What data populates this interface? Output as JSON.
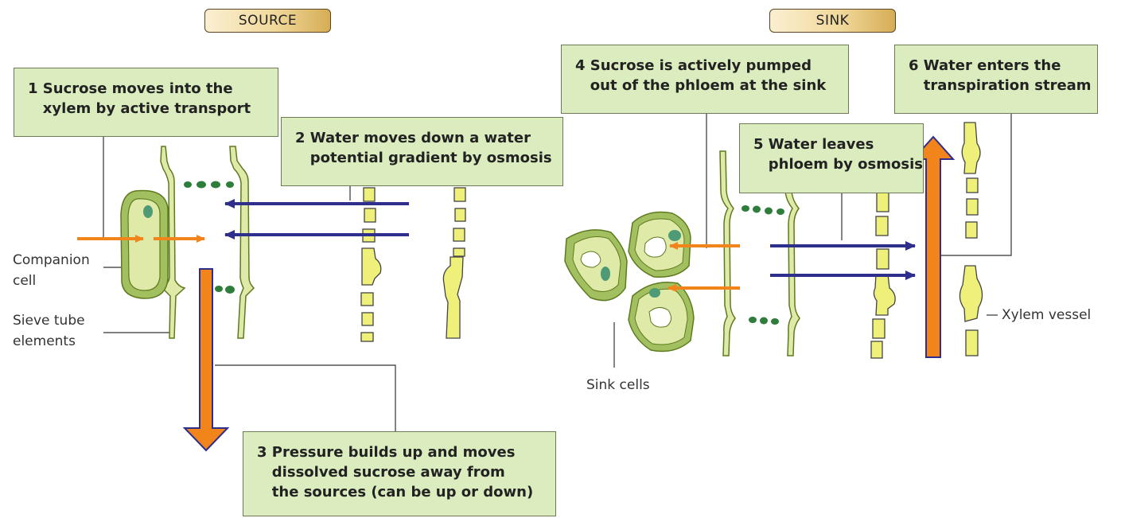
{
  "headers": {
    "source": "SOURCE",
    "sink": "SINK"
  },
  "steps": [
    {
      "id": "step-1",
      "text": "1 Sucrose moves into the\n   xylem by active transport"
    },
    {
      "id": "step-2",
      "text": "2 Water moves down a water\n   potential gradient by osmosis"
    },
    {
      "id": "step-3",
      "text": "3 Pressure builds up and moves\n   dissolved sucrose away from\n   the sources (can be up or down)"
    },
    {
      "id": "step-4",
      "text": "4 Sucrose is actively pumped\n   out of the phloem at the sink"
    },
    {
      "id": "step-5",
      "text": "5 Water leaves\n   phloem by osmosis"
    },
    {
      "id": "step-6",
      "text": "6 Water enters the\n   transpiration stream"
    }
  ],
  "labels": {
    "companion_cell": "Companion\ncell",
    "sieve_tube": "Sieve tube\nelements",
    "sink_cells": "Sink cells",
    "xylem_vessel": "Xylem vessel"
  },
  "colors": {
    "box_fill": "#dbecbe",
    "cell_wall": "#8fae3e",
    "cell_fill": "#dfeaa8",
    "nucleus": "#4e9a76",
    "plasmodesmata": "#2e7d3a",
    "xylem": "#eef07a",
    "sucrose_arrow": "#f2841c",
    "water_arrow": "#2e2f8c"
  }
}
